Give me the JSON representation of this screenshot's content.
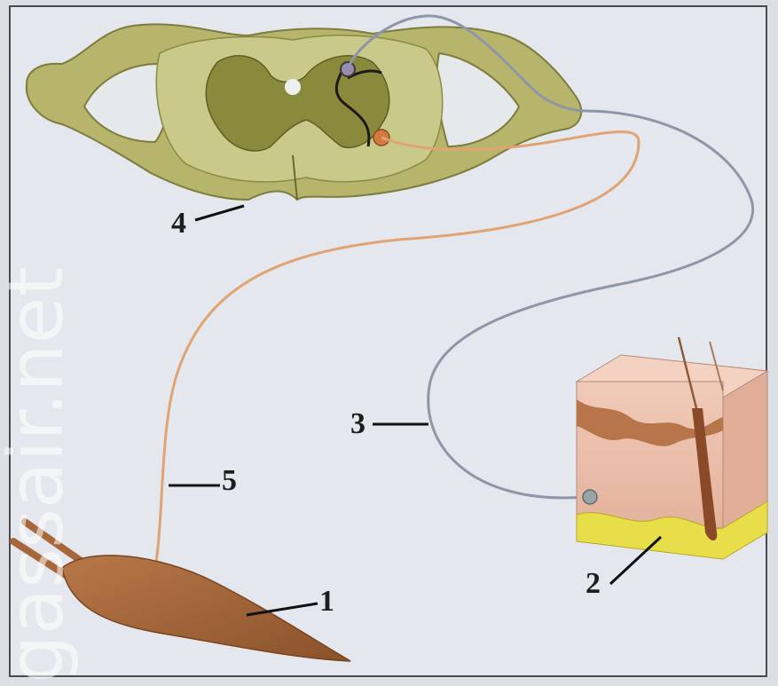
{
  "labels": {
    "l1": "1",
    "l2": "2",
    "l3": "3",
    "l4": "4",
    "l5": "5"
  },
  "watermark": "gassair.net",
  "colors": {
    "background": "#e4e8ee",
    "spinal_cord_white_matter": "#c9c98a",
    "spinal_cord_gray_matter": "#8a8a3c",
    "motor_nerve": "#e0a373",
    "sensory_nerve": "#8e96a8",
    "muscle": "#a8673a",
    "skin": "#e8b9a6",
    "fat_layer": "#e8de4a"
  }
}
